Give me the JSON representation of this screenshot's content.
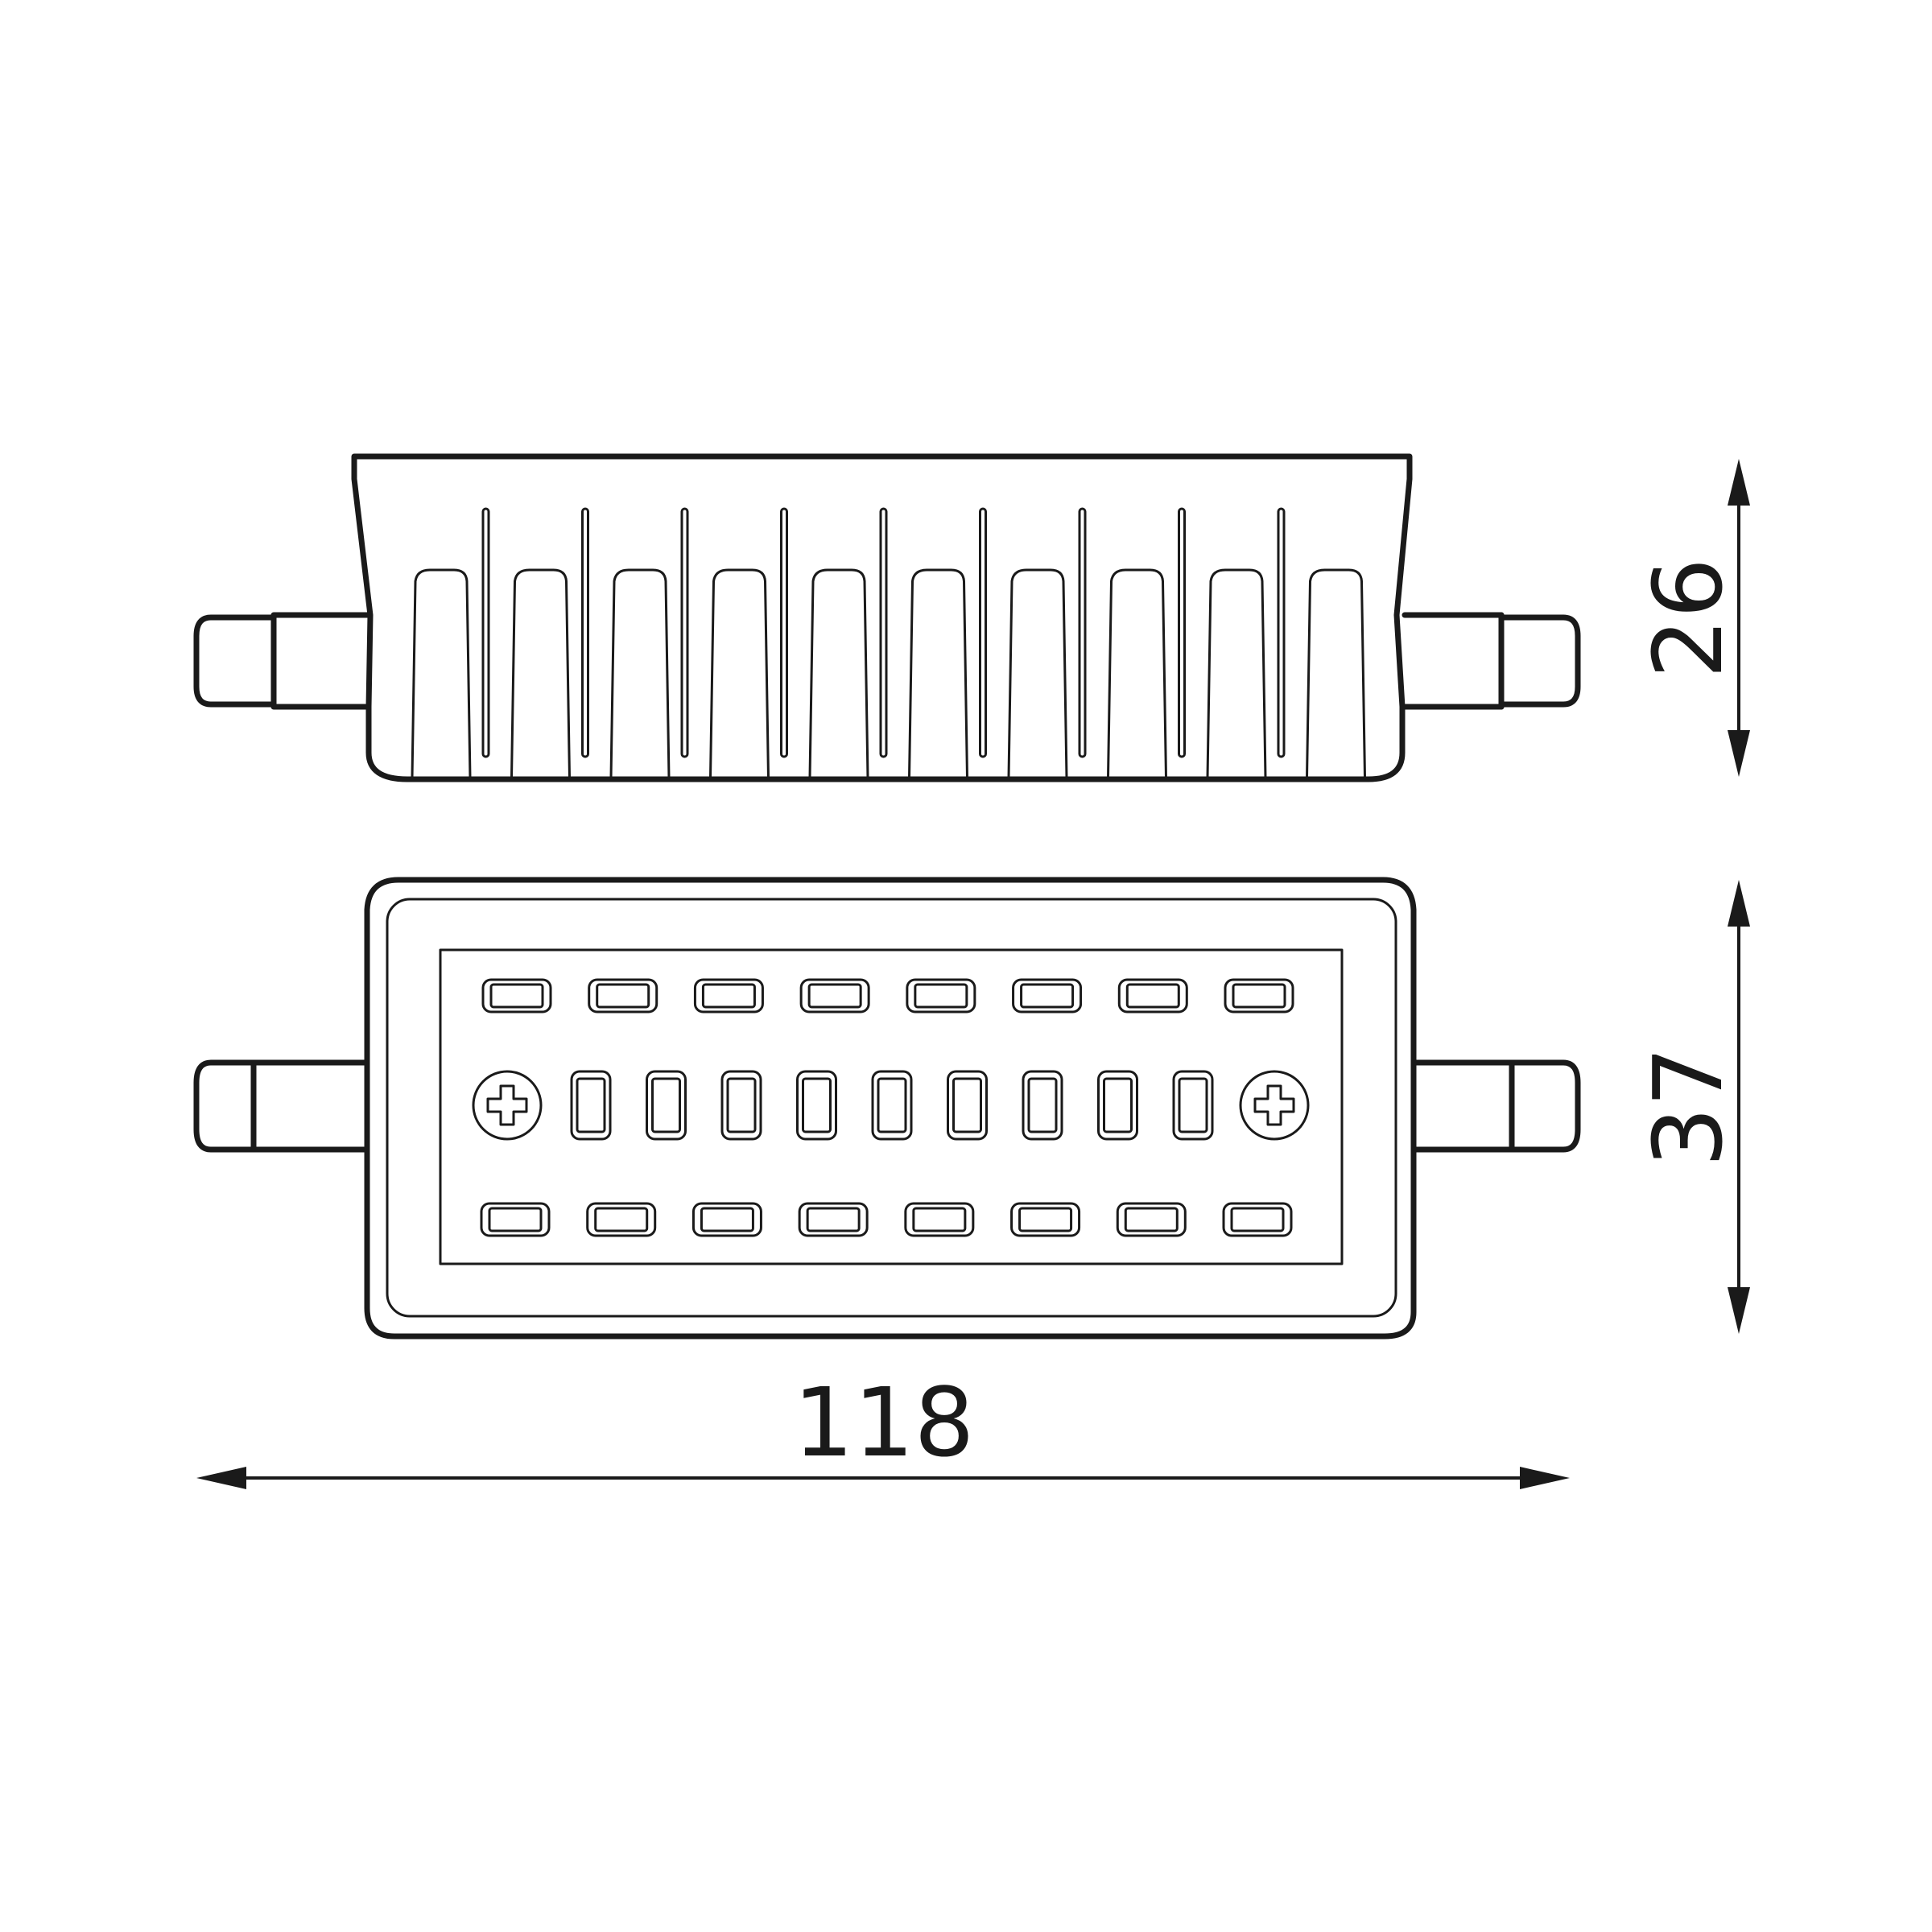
{
  "dimensions": {
    "height_side": "26",
    "width_front": "37",
    "length": "118"
  },
  "colors": {
    "line": "#1a1a1a",
    "background": "#ffffff"
  },
  "counts": {
    "heatsink_fins": 10,
    "leds_top_row": 8,
    "leds_middle_row": 9,
    "leds_bottom_row": 8,
    "screws": 2
  }
}
